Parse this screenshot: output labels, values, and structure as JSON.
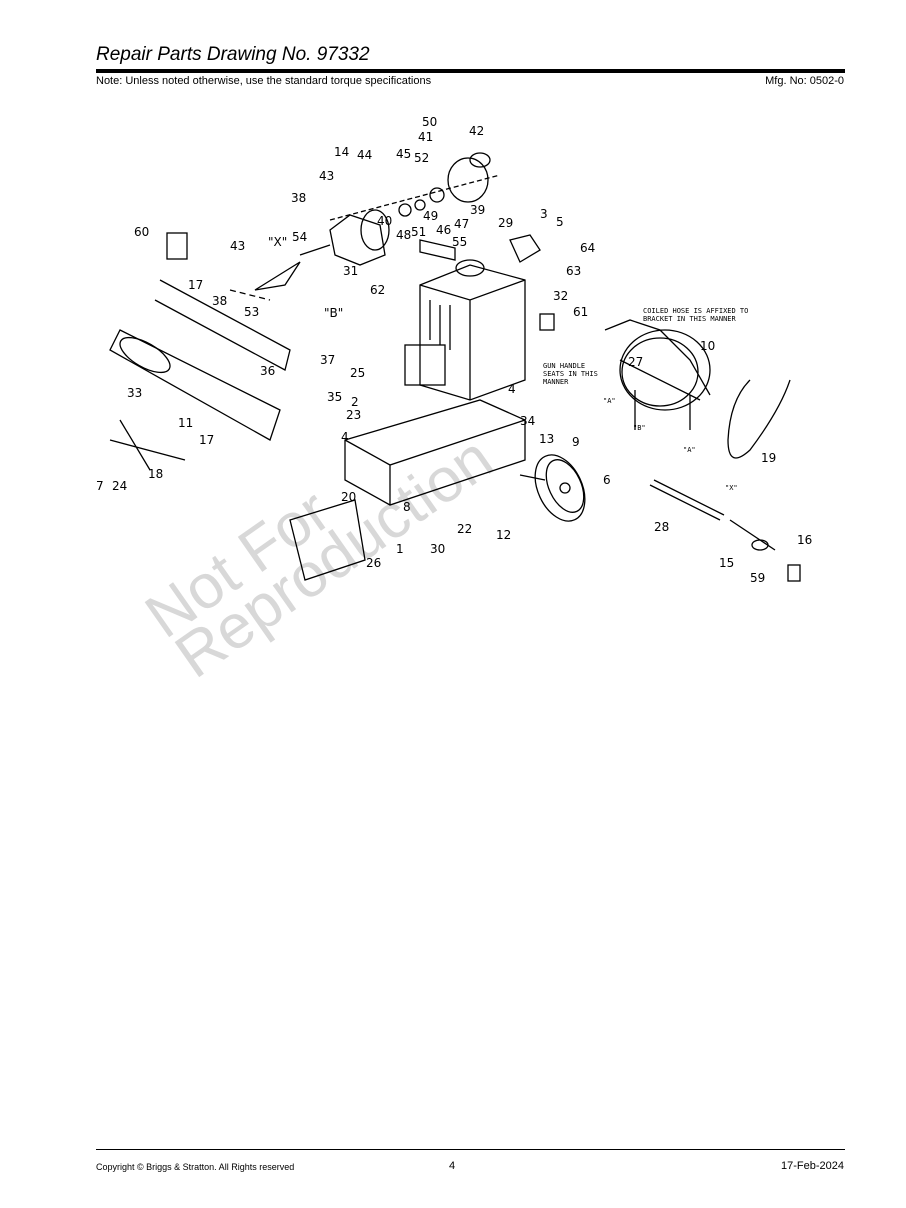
{
  "header": {
    "title": "Repair Parts Drawing No. 97332",
    "note": "Note: Unless noted otherwise, use the standard torque specifications",
    "mfg": "Mfg. No: 0502-0"
  },
  "footer": {
    "copyright": "Copyright ©  Briggs & Stratton. All Rights reserved",
    "page": "4",
    "date": "17-Feb-2024"
  },
  "drawing": {
    "watermark": [
      "Not For",
      "Reproduction"
    ],
    "annotations": {
      "coiled_hose": [
        "COILED HOSE IS AFFIXED TO",
        "BRACKET IN THIS MANNER"
      ],
      "gun_handle": [
        "GUN HANDLE",
        "SEATS IN THIS",
        "MANNER"
      ],
      "ref_a1": "\"A\"",
      "ref_b1": "\"B\"",
      "ref_a2": "\"A\"",
      "ref_x": "\"X\""
    },
    "callouts": [
      "50",
      "42",
      "41",
      "14",
      "44",
      "45",
      "52",
      "43",
      "38",
      "49",
      "39",
      "47",
      "48",
      "51",
      "46",
      "40",
      "3",
      "5",
      "29",
      "60",
      "43",
      "\"X\"",
      "54",
      "64",
      "55",
      "31",
      "63",
      "17",
      "62",
      "32",
      "38",
      "53",
      "\"B\"",
      "61",
      "10",
      "27",
      "37",
      "36",
      "25",
      "35",
      "33",
      "4",
      "2",
      "23",
      "34",
      "11",
      "4",
      "13",
      "9",
      "17",
      "19",
      "6",
      "18",
      "7",
      "24",
      "20",
      "8",
      "28",
      "22",
      "12",
      "30",
      "1",
      "26",
      "16",
      "15",
      "59"
    ]
  }
}
